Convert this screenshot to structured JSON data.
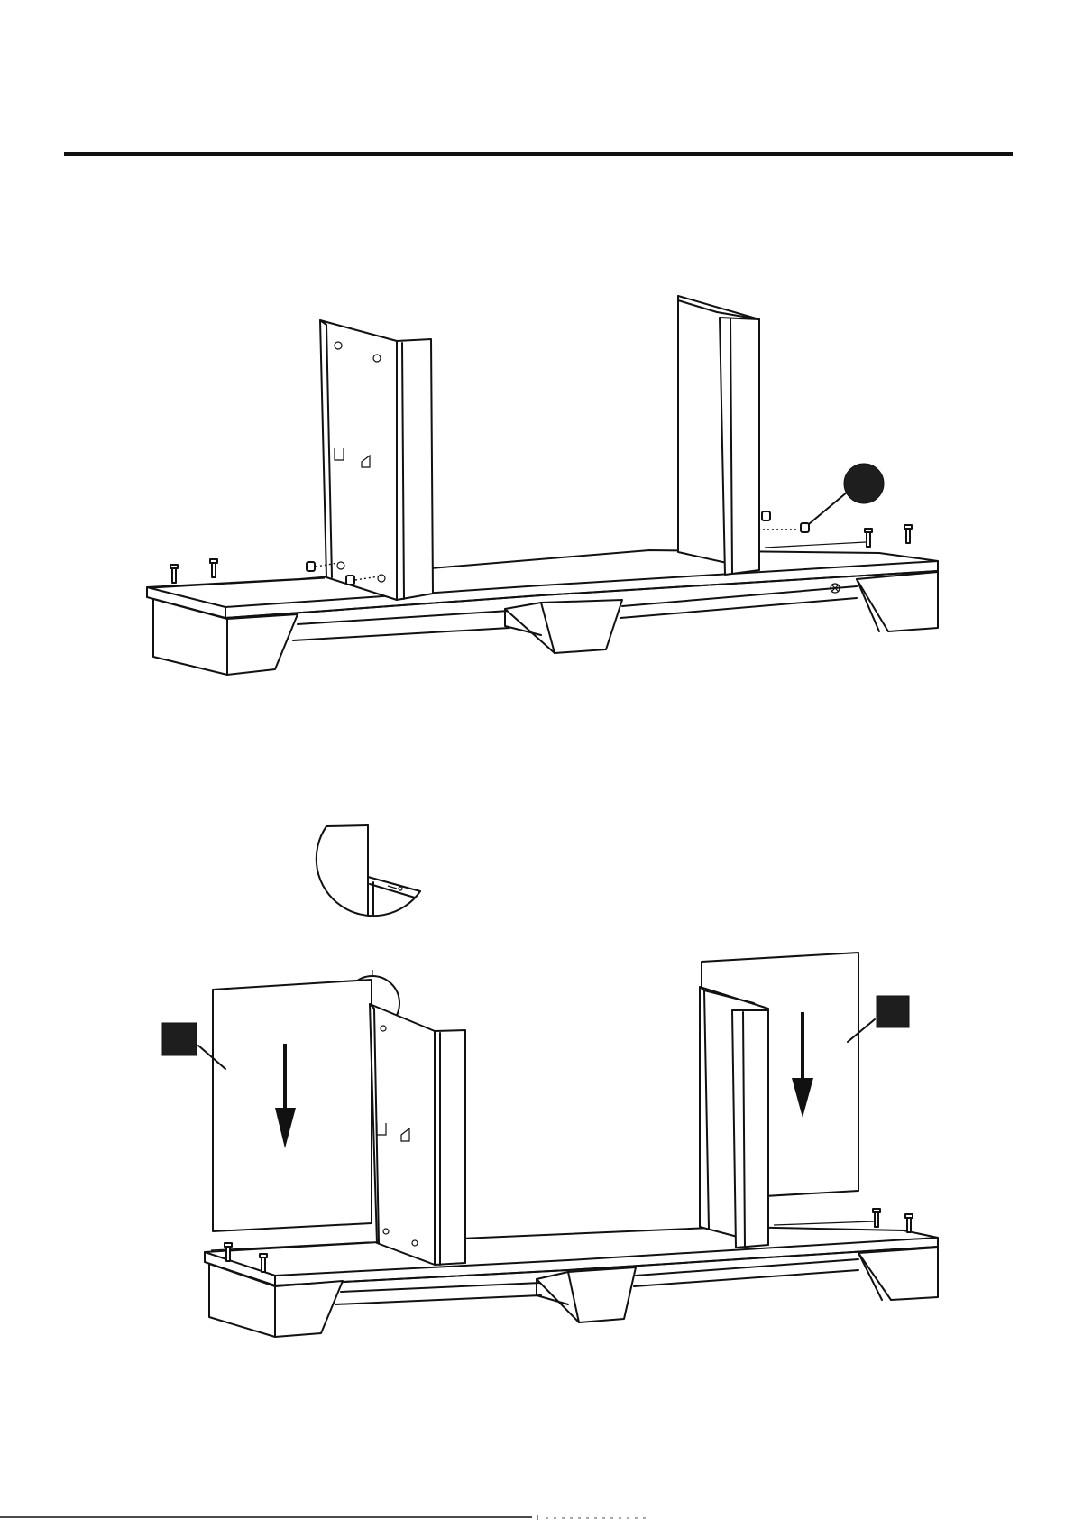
{
  "title": "",
  "step_number": "",
  "steps": [
    {
      "name": "attach-side-panels-to-base",
      "callouts": [
        {
          "label": "",
          "shape": "circle",
          "part": "cam-lock"
        }
      ]
    },
    {
      "name": "slide-back-panels-into-grooves",
      "callouts": [
        {
          "label": "",
          "shape": "square",
          "part": "back-panel-left"
        },
        {
          "label": "",
          "shape": "square",
          "part": "back-panel-right"
        }
      ],
      "detail_view": "groove-bracket-closeup",
      "arrows": [
        "down",
        "down"
      ]
    }
  ],
  "colors": {
    "line": "#111111",
    "callout_fill": "#1e1e1e",
    "paper": "#ffffff"
  }
}
